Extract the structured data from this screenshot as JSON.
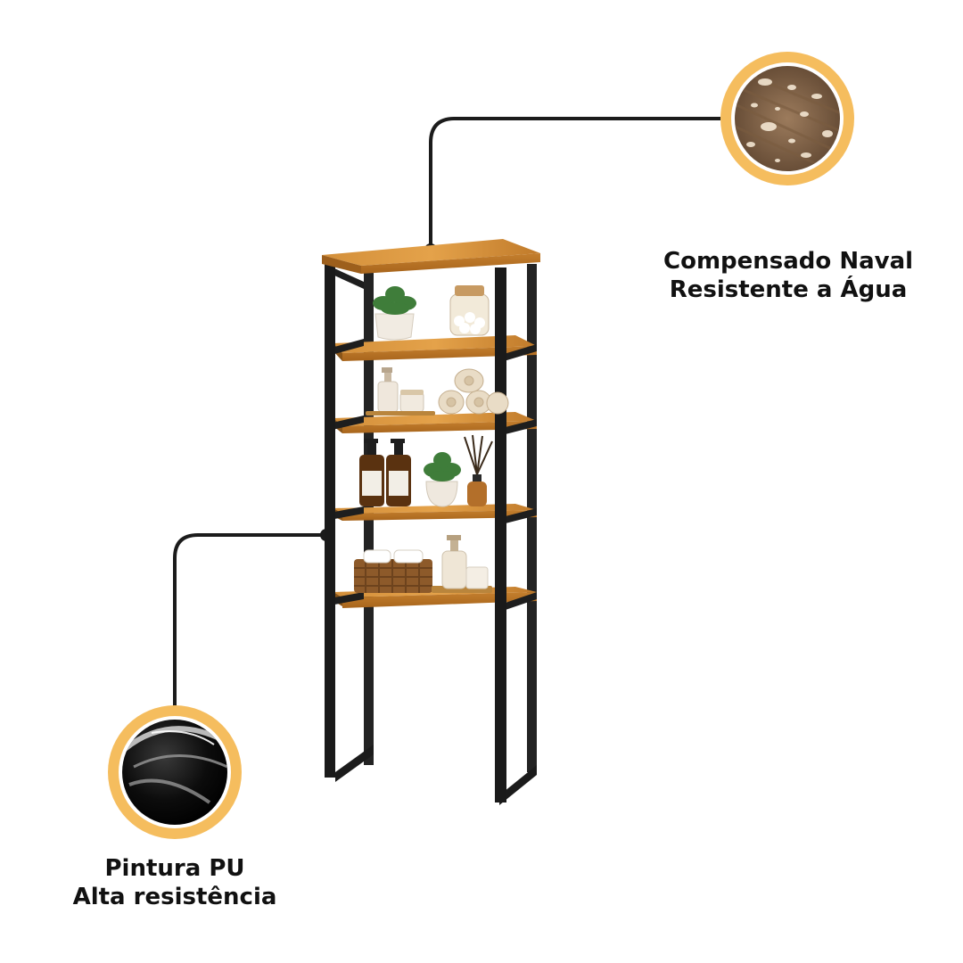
{
  "callouts": {
    "top": {
      "line1": "Compensado Naval",
      "line2": "Resistente a Água",
      "icon": "water-droplets-on-wood-icon"
    },
    "bottom": {
      "line1": "Pintura PU",
      "line2": "Alta resistência",
      "icon": "glossy-black-finish-icon"
    }
  },
  "product": {
    "type": "bathroom over-toilet shelf",
    "frame_color": "#1a1a1a",
    "wood_color": "#c8822e",
    "accent_ring_color": "#f5bd5e",
    "shelf_count": 5
  }
}
